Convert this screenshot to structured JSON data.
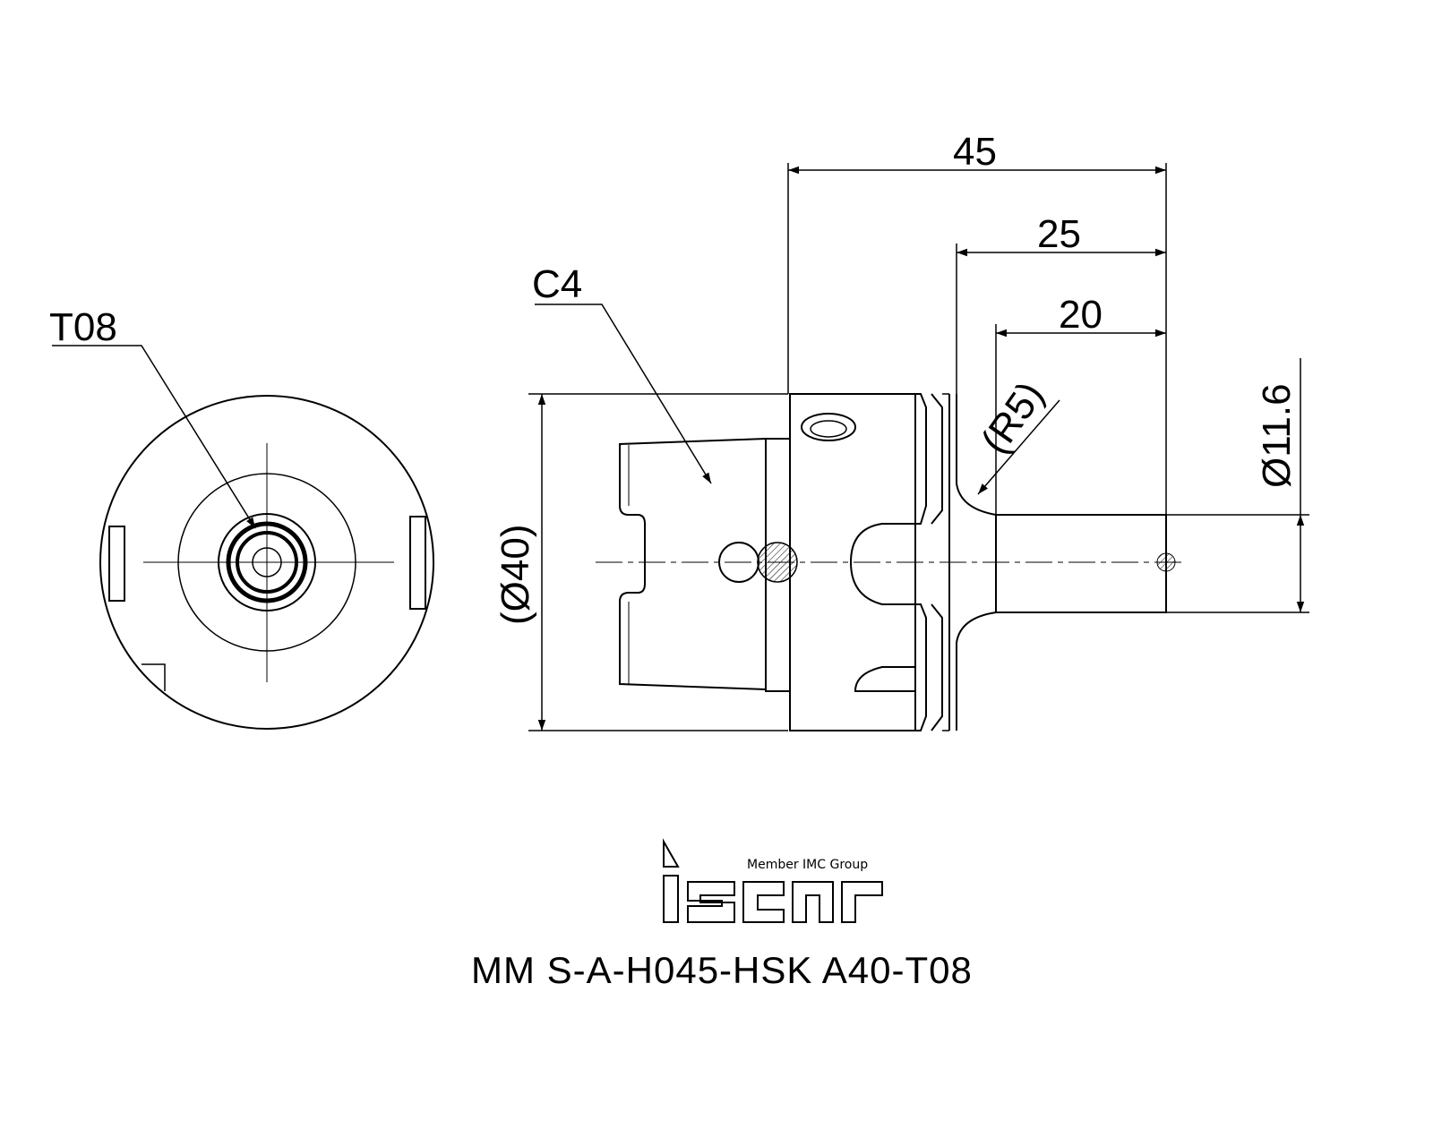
{
  "labels": {
    "t08_callout": "T08",
    "c4_callout": "C4",
    "dim_45": "45",
    "dim_25": "25",
    "dim_20": "20",
    "dim_radius": "(R5)",
    "dim_diameter_40": "(Ø40)",
    "dim_diameter_11_6": "Ø11.6"
  },
  "logo": {
    "tagline": "Member IMC Group",
    "brand": "iscar"
  },
  "part_number": "MM S-A-H045-HSK A40-T08",
  "colors": {
    "line": "#000000",
    "background": "#ffffff"
  }
}
